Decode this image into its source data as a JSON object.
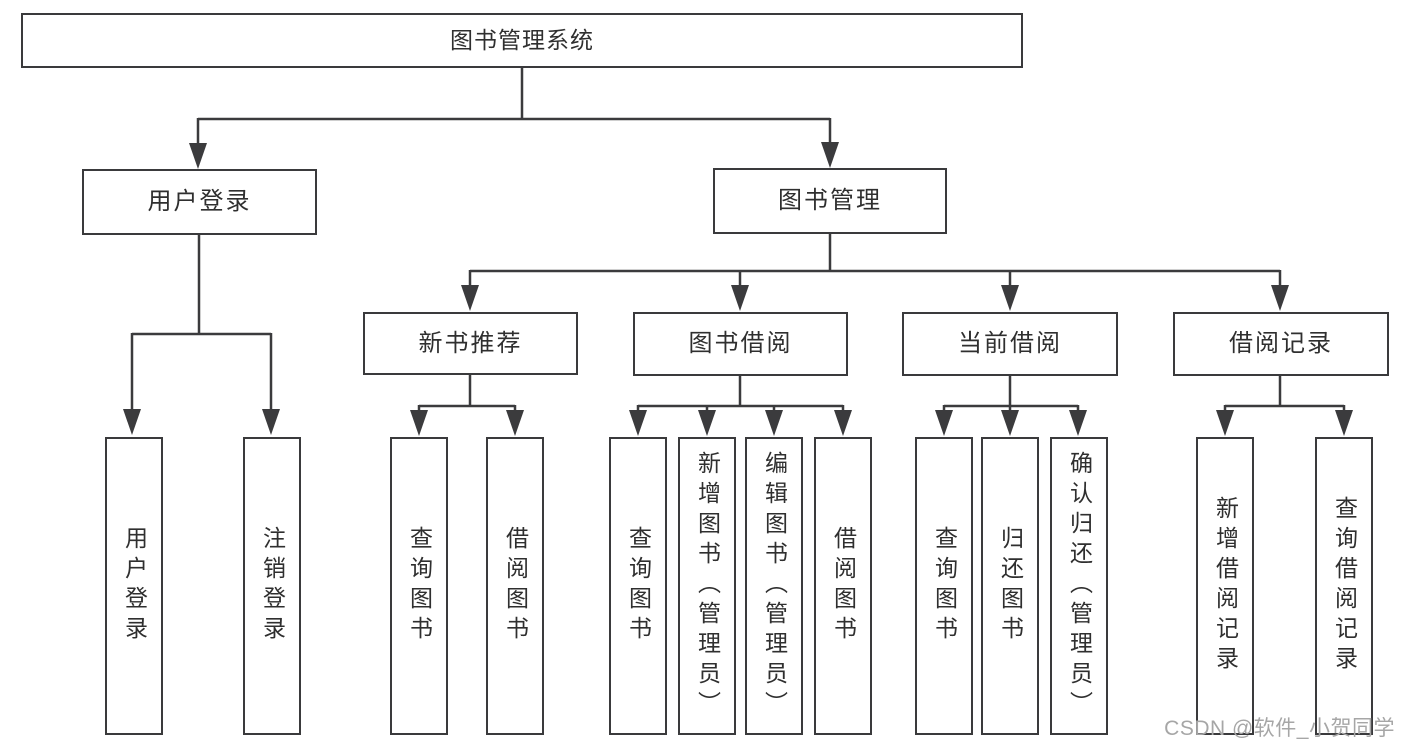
{
  "diagram_title": "图书管理系统",
  "colors": {
    "line": "#3b3b3d",
    "border": "#3a3a3c",
    "text": "#2f2f2f",
    "background": "#ffffff",
    "watermark": "#a6a6a6"
  },
  "tree": {
    "root": "图书管理系统",
    "branches": [
      {
        "label": "用户登录",
        "children": [
          {
            "label": "用户登录"
          },
          {
            "label": "注销登录"
          }
        ]
      },
      {
        "label": "图书管理",
        "children": [
          {
            "label": "新书推荐",
            "children": [
              {
                "label": "查询图书"
              },
              {
                "label": "借阅图书"
              }
            ]
          },
          {
            "label": "图书借阅",
            "children": [
              {
                "label": "查询图书"
              },
              {
                "label": "新增图书（管理员）"
              },
              {
                "label": "编辑图书（管理员）"
              },
              {
                "label": "借阅图书"
              }
            ]
          },
          {
            "label": "当前借阅",
            "children": [
              {
                "label": "查询图书"
              },
              {
                "label": "归还图书"
              },
              {
                "label": "确认归还（管理员）"
              }
            ]
          },
          {
            "label": "借阅记录",
            "children": [
              {
                "label": "新增借阅记录"
              },
              {
                "label": "查询借阅记录"
              }
            ]
          }
        ]
      }
    ]
  },
  "watermark": {
    "text": "CSDN @软件_小贺同学"
  }
}
